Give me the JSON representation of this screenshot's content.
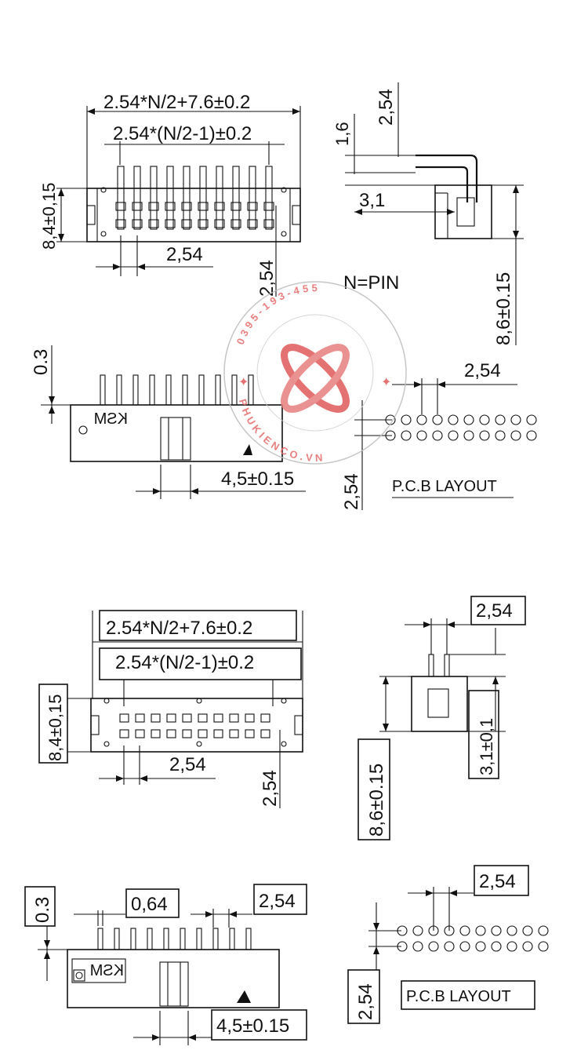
{
  "dims": {
    "total_length": "2.54*N/2+7.6±0.2",
    "inner_length": "2.54*(N/2-1)±0.2",
    "height": "8,4±0,15",
    "pitch": "2,54",
    "pitch_dot": "2.54",
    "pin_offset": "1,6",
    "side_depth": "3,1",
    "side_depth_tol": "3,1±0,1",
    "side_height": "8,6±0.15",
    "side_height_b": "8,6±0.15",
    "gap": "0.3",
    "slot_width": "4,5±0.15",
    "pin_width": "0,64"
  },
  "labels": {
    "n_pin": "N=PIN",
    "pcb_layout": "P.C.B LAYOUT",
    "brand": "KSM"
  },
  "watermark": {
    "phone": "0395-193-455",
    "site": "PHUKIENCO.VN"
  },
  "colors": {
    "ink": "#111111",
    "watermark": "#e05a5a"
  }
}
